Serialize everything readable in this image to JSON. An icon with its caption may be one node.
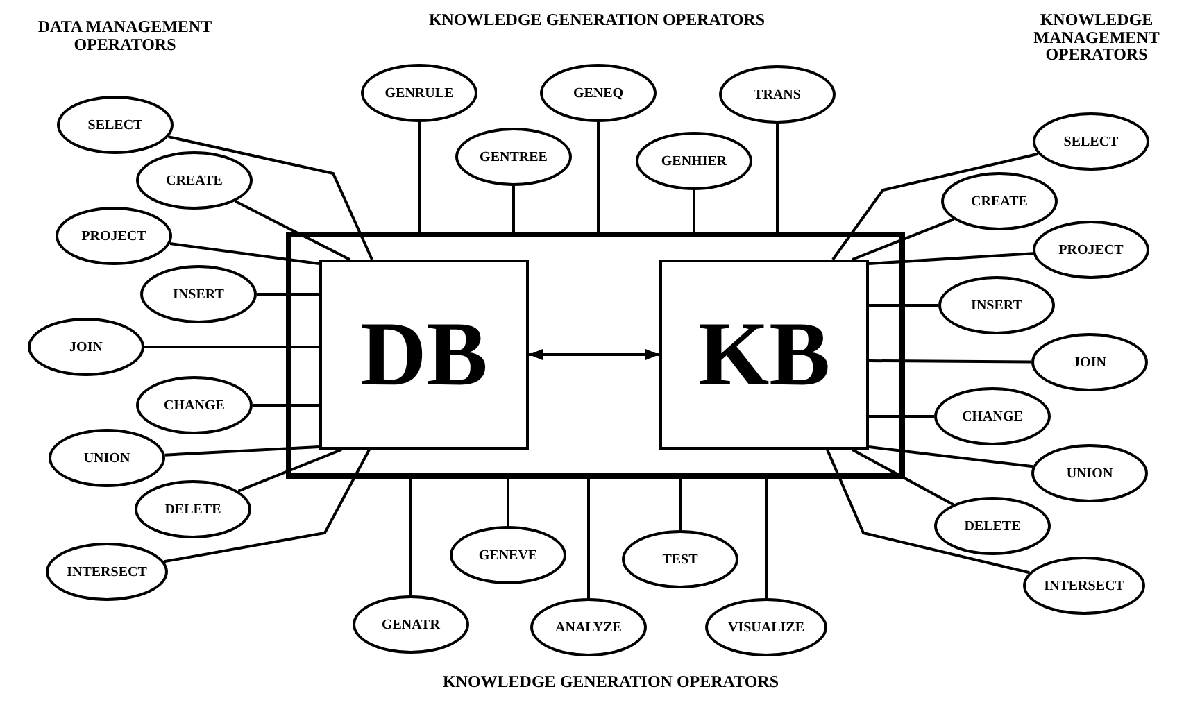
{
  "diagram": {
    "nodes": [
      {
        "text": [],
        "shape": "box"
      },
      {
        "text": [
          "DB"
        ],
        "in": 0
      },
      {
        "text": [
          "KB"
        ],
        "in": 0
      },
      {
        "text": [
          "SELECT"
        ]
      },
      {
        "text": [
          "CREATE"
        ]
      },
      {
        "text": [
          "PROJECT"
        ]
      },
      {
        "text": [
          "INSERT"
        ]
      },
      {
        "text": [
          "JOIN"
        ]
      },
      {
        "text": [
          "CHANGE"
        ]
      },
      {
        "text": [
          "UNION"
        ]
      },
      {
        "text": [
          "DELETE"
        ]
      },
      {
        "text": [
          "INTERSECT"
        ]
      },
      {
        "text": [
          "GENRULE"
        ]
      },
      {
        "text": [
          "GENTREE"
        ]
      },
      {
        "text": [
          "GENEQ"
        ]
      },
      {
        "text": [
          "GENHIER"
        ]
      },
      {
        "text": [
          "TRANS"
        ]
      },
      {
        "text": [
          "SELECT"
        ]
      },
      {
        "text": [
          "CREATE"
        ]
      },
      {
        "text": [
          "PROJECT"
        ]
      },
      {
        "text": [
          "INSERT"
        ]
      },
      {
        "text": [
          "JOIN"
        ]
      },
      {
        "text": [
          "CHANGE"
        ]
      },
      {
        "text": [
          "UNION"
        ]
      },
      {
        "text": [
          "DELETE"
        ]
      },
      {
        "text": [
          "INTERSECT"
        ]
      },
      {
        "text": [
          "GENATR"
        ]
      },
      {
        "text": [
          "GENEVE"
        ]
      },
      {
        "text": [
          "ANALYZE"
        ]
      },
      {
        "text": [
          "TEST"
        ]
      },
      {
        "text": [
          "VISUALIZE"
        ]
      }
    ],
    "edges": [
      {
        "from": 1,
        "to": 2,
        "arrow": "both"
      },
      {
        "from": 3,
        "to": 1,
        "arrow": "none"
      },
      {
        "from": 4,
        "to": 1,
        "arrow": "none"
      },
      {
        "from": 5,
        "to": 1,
        "arrow": "none"
      },
      {
        "from": 6,
        "to": 1,
        "arrow": "none"
      },
      {
        "from": 7,
        "to": 1,
        "arrow": "none"
      },
      {
        "from": 8,
        "to": 1,
        "arrow": "none"
      },
      {
        "from": 9,
        "to": 1,
        "arrow": "none"
      },
      {
        "from": 10,
        "to": 1,
        "arrow": "none"
      },
      {
        "from": 11,
        "to": 1,
        "arrow": "none"
      },
      {
        "from": 12,
        "to": 0,
        "arrow": "none"
      },
      {
        "from": 13,
        "to": 0,
        "arrow": "none"
      },
      {
        "from": 14,
        "to": 0,
        "arrow": "none"
      },
      {
        "from": 15,
        "to": 0,
        "arrow": "none"
      },
      {
        "from": 16,
        "to": 0,
        "arrow": "none"
      },
      {
        "from": 17,
        "to": 2,
        "arrow": "none"
      },
      {
        "from": 18,
        "to": 2,
        "arrow": "none"
      },
      {
        "from": 19,
        "to": 2,
        "arrow": "none"
      },
      {
        "from": 20,
        "to": 2,
        "arrow": "none"
      },
      {
        "from": 21,
        "to": 2,
        "arrow": "none"
      },
      {
        "from": 22,
        "to": 2,
        "arrow": "none"
      },
      {
        "from": 23,
        "to": 2,
        "arrow": "none"
      },
      {
        "from": 24,
        "to": 2,
        "arrow": "none"
      },
      {
        "from": 25,
        "to": 2,
        "arrow": "none"
      },
      {
        "from": 26,
        "to": 0,
        "arrow": "none"
      },
      {
        "from": 27,
        "to": 0,
        "arrow": "none"
      },
      {
        "from": 28,
        "to": 0,
        "arrow": "none"
      },
      {
        "from": 29,
        "to": 0,
        "arrow": "none"
      },
      {
        "from": 30,
        "to": 0,
        "arrow": "none"
      }
    ],
    "labels": [
      "DATA MANAGEMENT OPERATORS",
      "KNOWLEDGE GENERATION OPERATORS",
      "KNOWLEDGE MANAGEMENT OPERATORS",
      "KNOWLEDGE GENERATION OPERATORS"
    ]
  }
}
